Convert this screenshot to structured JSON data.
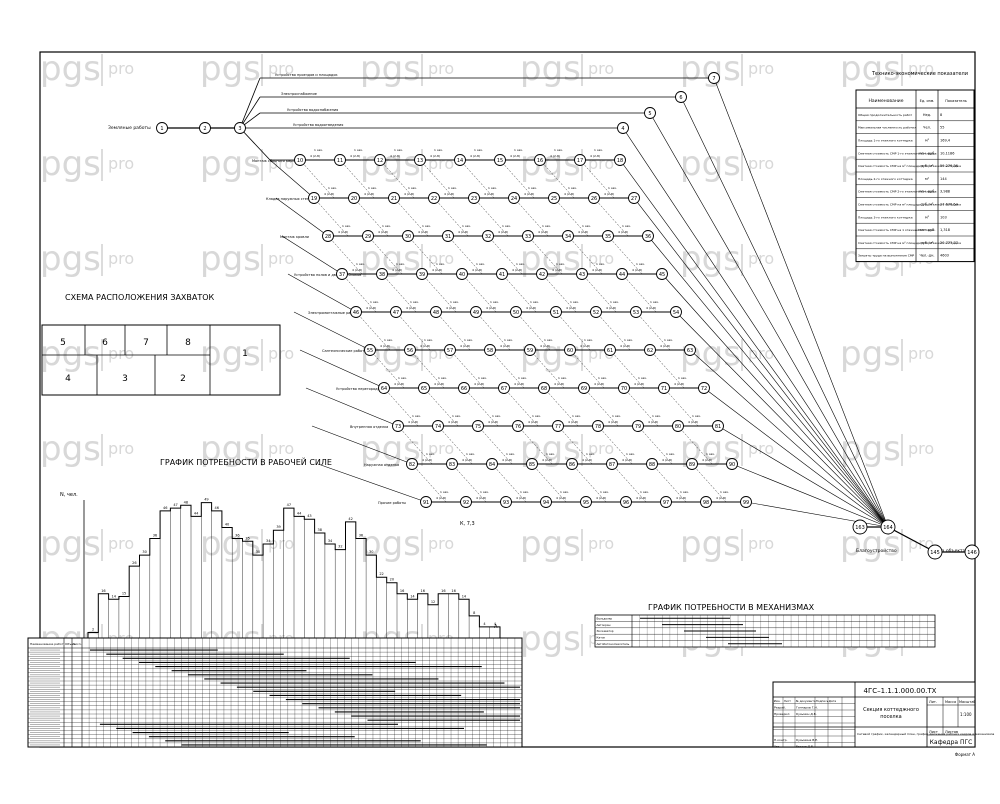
{
  "watermark": {
    "brand": "pgs",
    "suffix": "pro"
  },
  "network": {
    "start_label": "Земляные работы",
    "end_label": "Сдача объекта",
    "final_nodes": [
      "163",
      "164",
      "145",
      "146"
    ],
    "after_label": "Благоустройство",
    "top_branches": [
      {
        "node": "7",
        "label": "Устройство проездов и площадок"
      },
      {
        "node": "6",
        "label": "Электроснабжение"
      },
      {
        "node": "5",
        "label": "Устройство водоснабжения"
      },
      {
        "node": "4",
        "label": "Устройство водоотведения"
      }
    ],
    "left_labels": [
      "Монтаж сборного каркаса",
      "Кладка наружных стен",
      "Монтаж кровли",
      "Устройство полов и дверных блоков",
      "Электромонтажные работы",
      "Сантехнические работы",
      "Устройство перегородок",
      "Внутренняя отделка",
      "Наружная отделка",
      "Прочие работы"
    ],
    "rows": [
      {
        "nodes": [
          "10",
          "11",
          "12",
          "13",
          "14",
          "15",
          "16",
          "17",
          "18"
        ]
      },
      {
        "nodes": [
          "19",
          "20",
          "21",
          "22",
          "23",
          "24",
          "25",
          "26",
          "27"
        ]
      },
      {
        "nodes": [
          "28",
          "29",
          "30",
          "31",
          "32",
          "33",
          "34",
          "35",
          "36"
        ]
      },
      {
        "nodes": [
          "37",
          "38",
          "39",
          "40",
          "41",
          "42",
          "43",
          "44",
          "45"
        ]
      },
      {
        "nodes": [
          "46",
          "47",
          "48",
          "49",
          "50",
          "51",
          "52",
          "53",
          "54"
        ]
      },
      {
        "nodes": [
          "55",
          "56",
          "57",
          "58",
          "59",
          "60",
          "61",
          "62",
          "63"
        ]
      },
      {
        "nodes": [
          "64",
          "65",
          "66",
          "67",
          "68",
          "69",
          "70",
          "71",
          "72"
        ]
      },
      {
        "nodes": [
          "73",
          "74",
          "75",
          "76",
          "77",
          "78",
          "79",
          "80",
          "81"
        ]
      },
      {
        "nodes": [
          "82",
          "83",
          "84",
          "85",
          "86",
          "87",
          "88",
          "89",
          "90"
        ]
      },
      {
        "nodes": [
          "91",
          "92",
          "93",
          "94",
          "95",
          "96",
          "97",
          "98",
          "99"
        ]
      }
    ],
    "small_label": "4 (2-8)",
    "small_top": "1 зах."
  },
  "tep": {
    "title": "Технико-экономические показатели",
    "headers": [
      "Наименование",
      "Ед. изм.",
      "Показатель"
    ],
    "rows": [
      [
        "Общая продолжительность работ",
        "Нед.",
        "8"
      ],
      [
        "Максимальная численность рабочих",
        "Чел.",
        "55"
      ],
      [
        "Площадь 1-го этажного коттеджа",
        "м²",
        "169,4"
      ],
      [
        "Сметная стоимость СМР 1-го этажного коттеджа",
        "млн. руб.",
        "10,1186"
      ],
      [
        "Сметная стоимость СМР на м² площади 1-го этажного коттеджа",
        "руб./м²",
        "59 276,36"
      ],
      [
        "Площадь 2-го этажного коттеджа",
        "м²",
        "144"
      ],
      [
        "Сметная стоимость СМР 2-го этажного коттеджа",
        "млн. руб.",
        "3,988"
      ],
      [
        "Сметная стоимость СМР на м² площади 2-го этажного коттеджа",
        "руб./м²",
        "27 676,54"
      ],
      [
        "Площадь 3-го этажного коттеджа",
        "м²",
        "103"
      ],
      [
        "Сметная стоимость СМР на 1 этажный коттедж",
        "млн. руб.",
        "1,318"
      ],
      [
        "Сметная стоимость СМР на м² площади 3-го этажного коттеджа",
        "руб./м²",
        "20 773,77"
      ],
      [
        "Затраты труда на выполнение СМР",
        "Чел.-дн.",
        "4603"
      ]
    ]
  },
  "zone_scheme": {
    "title": "СХЕМА  РАСПОЛОЖЕНИЯ  ЗАХВАТОК",
    "zones": [
      "5",
      "6",
      "7",
      "8",
      "1",
      "4",
      "3",
      "2"
    ]
  },
  "labor_chart": {
    "title": "ГРАФИК   ПОТРЕБНОСТИ  В  РАБОЧЕЙ  СИЛЕ",
    "ylabel": "N, чел.",
    "annotation": "К, 7,3",
    "end_label": "А"
  },
  "chart_data": {
    "type": "area",
    "title": "ГРАФИК   ПОТРЕБНОСТИ  В  РАБОЧЕЙ  СИЛЕ",
    "ylabel": "N, чел.",
    "step": true,
    "x": [
      0,
      1,
      2,
      3,
      4,
      5,
      6,
      7,
      8,
      9,
      10,
      11,
      12,
      13,
      14,
      15,
      16,
      17,
      18,
      19,
      20,
      21,
      22,
      23,
      24,
      25,
      26,
      27,
      28,
      29,
      30,
      31,
      32,
      33,
      34,
      35,
      36,
      37,
      38,
      39
    ],
    "values": [
      2,
      16,
      14,
      15,
      26,
      30,
      36,
      46,
      47,
      48,
      44,
      49,
      46,
      40,
      36,
      35,
      30,
      34,
      39,
      47,
      44,
      43,
      38,
      34,
      32,
      42,
      36,
      30,
      22,
      20,
      16,
      14,
      16,
      12,
      16,
      16,
      14,
      8,
      4,
      4
    ],
    "ylim": [
      0,
      55
    ]
  },
  "schedule_table": {
    "col_headers": [
      "Наименование работ",
      "Объем",
      "Числ."
    ],
    "rows": 24,
    "cols": 62
  },
  "mech_chart": {
    "title": "ГРАФИК   ПОТРЕБНОСТИ  В  МЕХАНИЗМАХ",
    "row_labels": [
      "Бульдозер",
      "Автокран",
      "Экскаватор",
      "Каток",
      "Автобетоносмеситель"
    ]
  },
  "stamp": {
    "code": "4ГС–1.1.1.000.00.ТХ",
    "title_line1": "Секция коттеджного",
    "title_line2": "поселка",
    "sheet_desc": "Сетевой график, календарный план, график движения рабочих кадров и механизмов",
    "stage_h": "Лит.",
    "mass_h": "Масса",
    "scale_h": "Масштаб",
    "scale": "1:100",
    "sheet_h": "Лист",
    "sheets_h": "Листов",
    "dept": "Кафедра  ПГС",
    "roles": [
      "Разраб.",
      "Проверил",
      "Н.контр.",
      "Утв."
    ],
    "names": [
      "Гончаров Г.Н.",
      "Кузьмин Д.Б.",
      "Кузьмина В.Е.",
      "Евсеев Д.Б."
    ],
    "col_heads": [
      "Изм.",
      "Лист",
      "№ документа",
      "Подпись",
      "Дата"
    ],
    "format": "Формат А"
  }
}
